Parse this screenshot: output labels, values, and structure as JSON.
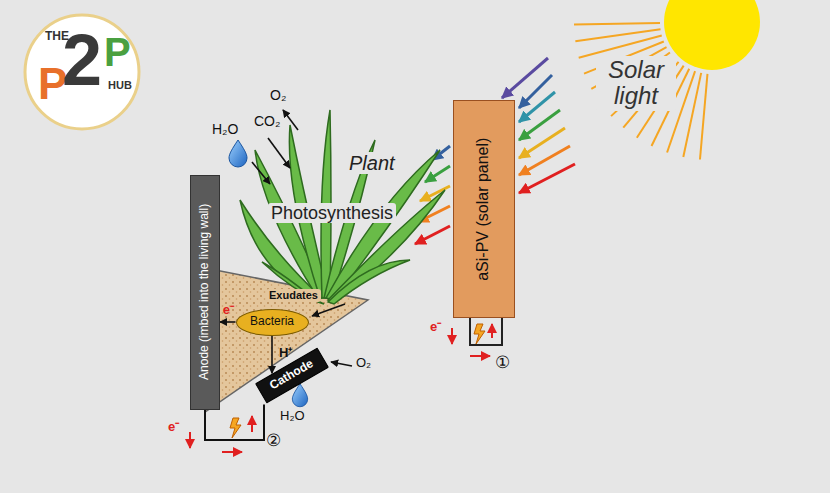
{
  "diagram": {
    "nodes": [
      {
        "text": [
          "Anode (imbed into the living wall)"
        ]
      },
      {
        "text": [
          "Bacteria"
        ]
      },
      {
        "text": [
          "Cathode"
        ]
      },
      {
        "text": [
          "aSi-PV (solar panel)"
        ]
      }
    ],
    "edges": [
      {
        "from": 1,
        "to": 0,
        "arrow": "to",
        "label": "e⁻"
      },
      {
        "from": 1,
        "to": 2,
        "arrow": "to",
        "label": "H⁺"
      },
      {
        "from": 0,
        "to": 2,
        "arrow": "none"
      }
    ],
    "labels": [
      "THE",
      "P",
      "2",
      "P",
      "HUB",
      "Solar light",
      "O₂",
      "H₂O",
      "CO₂",
      "Plant",
      "Photosynthesis",
      "Exudates",
      "e⁻",
      "①",
      "e⁻",
      "②",
      "H₂O",
      "O₂"
    ]
  }
}
